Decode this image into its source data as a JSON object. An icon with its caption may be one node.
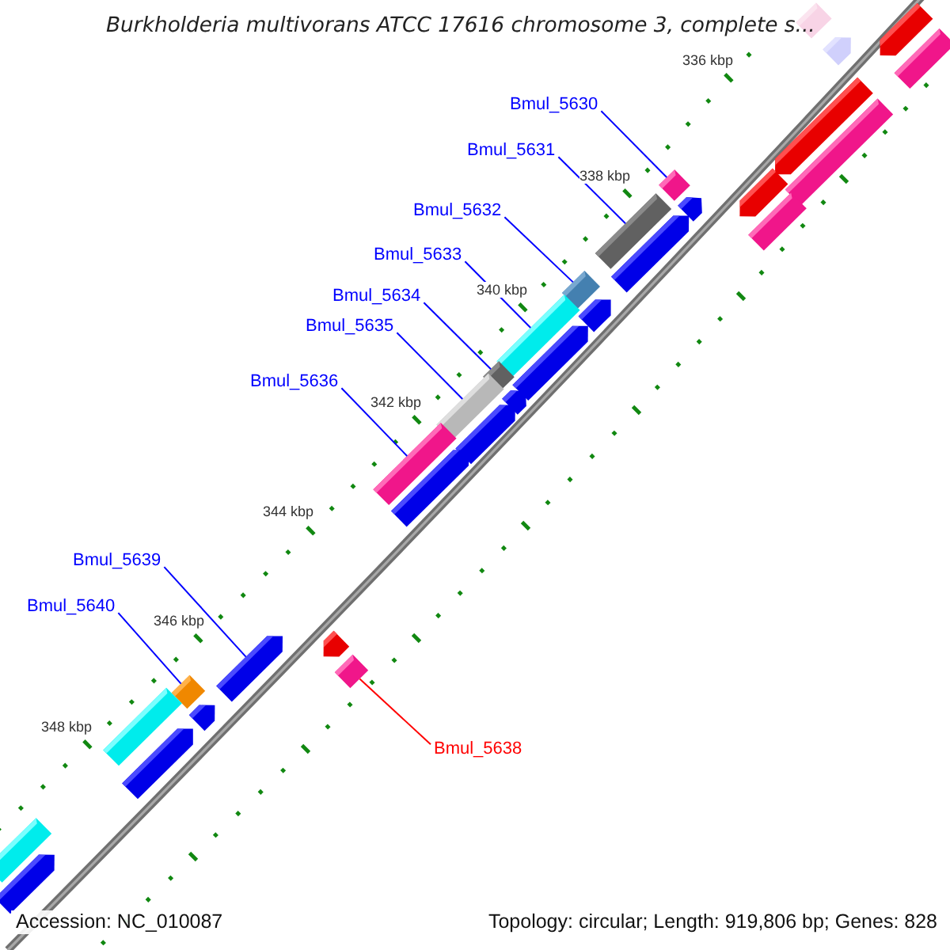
{
  "diagram": {
    "title": "Burkholderia multivorans ATCC 17616 chromosome 3, complete s...",
    "nodes": [
      {
        "text": [
          "Bmul_5630"
        ]
      },
      {
        "text": [
          "Bmul_5631"
        ]
      },
      {
        "text": [
          "Bmul_5632"
        ]
      },
      {
        "text": [
          "Bmul_5633"
        ]
      },
      {
        "text": [
          "Bmul_5634"
        ]
      },
      {
        "text": [
          "Bmul_5635"
        ]
      },
      {
        "text": [
          "Bmul_5636"
        ]
      },
      {
        "text": [
          "Bmul_5639"
        ]
      },
      {
        "text": [
          "Bmul_5640"
        ]
      },
      {
        "text": [
          "Bmul_5638"
        ]
      },
      {
        "text": [],
        "shape": "bar"
      },
      {
        "text": [],
        "shape": "arrow"
      },
      {
        "text": [],
        "shape": "arrow"
      },
      {
        "text": [],
        "shape": "bar"
      },
      {
        "text": [],
        "shape": "arrow"
      },
      {
        "text": [],
        "shape": "bar"
      },
      {
        "text": [],
        "shape": "bar"
      },
      {
        "text": [],
        "shape": "arrow"
      },
      {
        "text": [],
        "shape": "arrow"
      },
      {
        "text": [],
        "shape": "bar"
      },
      {
        "text": [],
        "shape": "bar"
      },
      {
        "text": [],
        "shape": "arrow"
      },
      {
        "text": [],
        "shape": "bar"
      },
      {
        "text": [],
        "shape": "arrow"
      },
      {
        "text": [],
        "shape": "bar"
      },
      {
        "text": [],
        "shape": "arrow"
      },
      {
        "text": [],
        "shape": "bar"
      },
      {
        "text": [],
        "shape": "arrow"
      },
      {
        "text": [],
        "shape": "bar"
      },
      {
        "text": [],
        "shape": "arrow"
      },
      {
        "text": [],
        "shape": "bar"
      },
      {
        "text": [],
        "shape": "arrow"
      },
      {
        "text": [],
        "shape": "arrow"
      },
      {
        "text": [],
        "shape": "arrow"
      },
      {
        "text": [],
        "shape": "bar"
      },
      {
        "text": [],
        "shape": "bar"
      },
      {
        "text": [],
        "shape": "arrow"
      },
      {
        "text": [],
        "shape": "bar"
      },
      {
        "text": [],
        "shape": "arrow"
      },
      {
        "text": [],
        "shape": "bar"
      },
      {
        "text": [],
        "shape": "arrow"
      }
    ],
    "edges": [
      {
        "from": 0,
        "to": 16,
        "arrow": "none"
      },
      {
        "from": 1,
        "to": 20,
        "arrow": "none"
      },
      {
        "from": 2,
        "to": 22,
        "arrow": "none"
      },
      {
        "from": 3,
        "to": 24,
        "arrow": "none"
      },
      {
        "from": 4,
        "to": 26,
        "arrow": "none"
      },
      {
        "from": 5,
        "to": 28,
        "arrow": "none"
      },
      {
        "from": 6,
        "to": 30,
        "arrow": "none"
      },
      {
        "from": 7,
        "to": 33,
        "arrow": "none"
      },
      {
        "from": 8,
        "to": 35,
        "arrow": "none"
      },
      {
        "from": 9,
        "to": 34,
        "arrow": "none",
        "color": "#ff0000"
      }
    ],
    "labels": [
      "336 kbp",
      "338 kbp",
      "340 kbp",
      "342 kbp",
      "344 kbp",
      "346 kbp",
      "348 kbp",
      "Accession: NC_010087",
      "Topology: circular; Length: 919,806 bp; Genes: 828"
    ]
  }
}
